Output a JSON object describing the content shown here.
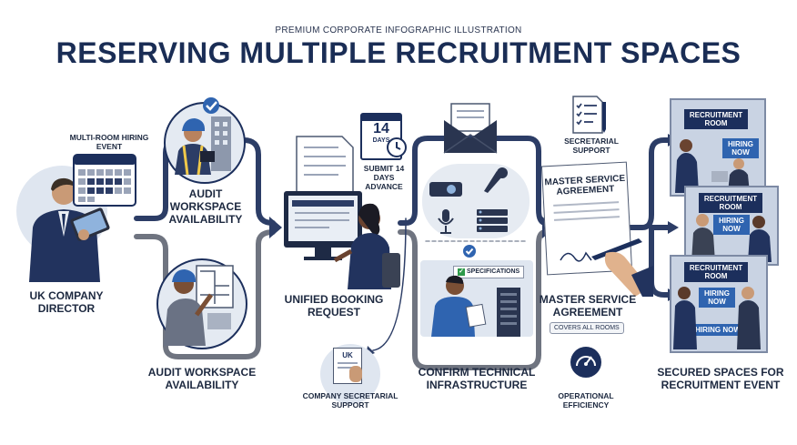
{
  "header": {
    "kicker": "PREMIUM CORPORATE INFOGRAPHIC ILLUSTRATION",
    "title": "RESERVING MULTIPLE RECRUITMENT SPACES"
  },
  "steps": {
    "director": "UK COMPANY DIRECTOR",
    "calendar_caption": "MULTI-ROOM HIRING EVENT",
    "audit_top": "AUDIT WORKSPACE AVAILABILITY",
    "audit_bottom": "AUDIT WORKSPACE AVAILABILITY",
    "booking": "UNIFIED BOOKING REQUEST",
    "submit": "SUBMIT 14 DAYS ADVANCE",
    "calendar_day": "14",
    "calendar_days_label": "DAYS",
    "secretarial": "COMPANY SECRETARIAL SUPPORT",
    "uk_doc": "UK",
    "specifications": "SPECIFICATIONS",
    "tech": "CONFIRM TECHNICAL INFRASTRUCTURE",
    "secretarial_support": "SECRETARIAL SUPPORT",
    "doc_title": "MASTER SERVICE AGREEMENT",
    "master": "MASTER SERVICE AGREEMENT",
    "covers": "COVERS ALL ROOMS",
    "efficiency": "OPERATIONAL EFFICIENCY",
    "secured": "SECURED SPACES FOR RECRUITMENT EVENT"
  },
  "rooms": [
    {
      "room_sign": "RECRUITMENT ROOM",
      "hiring_sign": "HIRING NOW"
    },
    {
      "room_sign": "RECRUITMENT ROOM",
      "hiring_sign": "HIRING NOW"
    },
    {
      "room_sign": "RECRUITMENT ROOM",
      "hiring_sign": "HIRING NOW"
    }
  ],
  "hiring_now_extra": "HIRING NOW",
  "colors": {
    "navy": "#1c2f5c",
    "flow_line": "#2c3d66",
    "flow_grey": "#6f7480",
    "panel_bg": "#dfe6f0",
    "accent_blue": "#3a6aa8"
  }
}
